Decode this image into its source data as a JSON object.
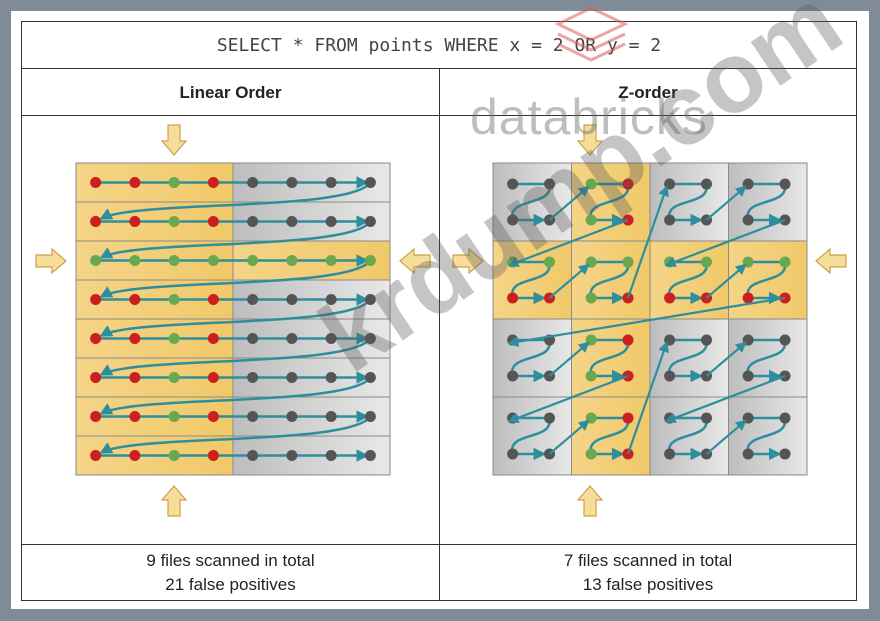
{
  "query": "SELECT * FROM points WHERE x = 2 OR y = 2",
  "panels": [
    {
      "title": "Linear Order",
      "files_scanned": "9 files scanned in total",
      "false_positives": "21 false positives"
    },
    {
      "title": "Z-order",
      "files_scanned": "7 files scanned in total",
      "false_positives": "13 false positives"
    }
  ],
  "watermark": {
    "brand": "databricks",
    "site": "krdump.com"
  },
  "colors": {
    "highlight_fill": "#f3cf7a",
    "gray_fill": "#c9c9c9",
    "red_point": "#cc1f1f",
    "green_point": "#6aa84f",
    "gray_point": "#555555",
    "path": "#2d8f9e",
    "arrow": "#f7dd9a",
    "arrow_stroke": "#c9a24a"
  }
}
